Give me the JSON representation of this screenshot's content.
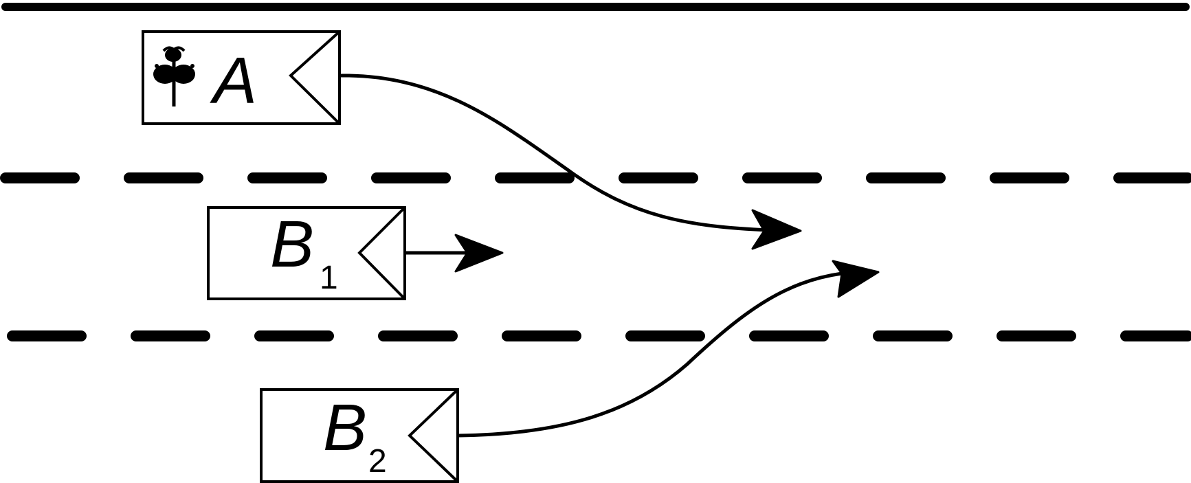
{
  "vehicles": [
    {
      "id": "A",
      "label": "A",
      "subscript": "",
      "has_emblem": true
    },
    {
      "id": "B1",
      "label": "B",
      "subscript": "1",
      "has_emblem": false
    },
    {
      "id": "B2",
      "label": "B",
      "subscript": "2",
      "has_emblem": false
    }
  ],
  "emblem": {
    "icon": "flower-emblem-icon"
  },
  "colors": {
    "ink": "#000000",
    "background": "#ffffff"
  }
}
